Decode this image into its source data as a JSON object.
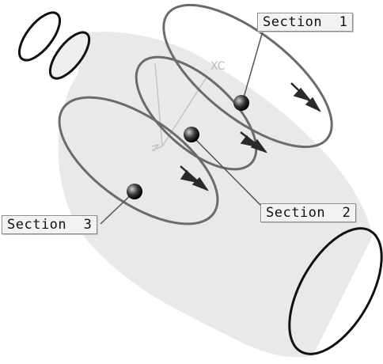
{
  "viewport": {
    "callouts": {
      "section_1": "Section  1",
      "section_2": "Section  2",
      "section_3": "Section  3"
    },
    "axis_labels": {
      "x": "XC"
    },
    "colors": {
      "body_fill": "#e9e9e9",
      "edge_stroke": "#111111",
      "section_stroke": "#6b6b6b",
      "callout_bg": "#f2f2f2",
      "axis_color": "#b9b9b9"
    }
  }
}
